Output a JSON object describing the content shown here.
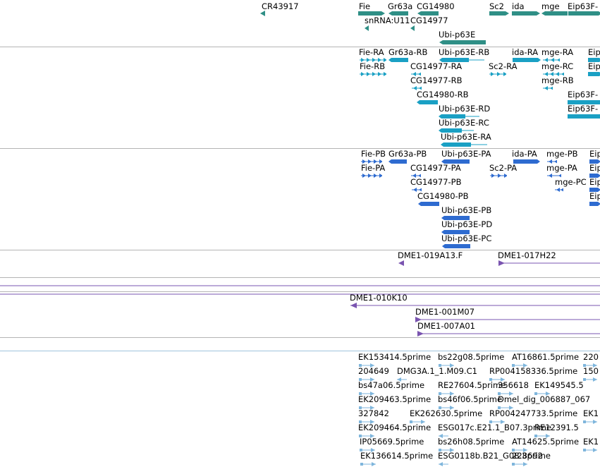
{
  "colors": {
    "gene": "#2f8f86",
    "mrna": "#1aa0c4",
    "protein": "#2e6bd0",
    "clone": "#7a54b0",
    "est": "#7fb6dc",
    "separator": "#b4b4b4",
    "est_separator": "#9fc4dc"
  },
  "tracks": [
    {
      "id": "gene",
      "color_key": "gene",
      "features": [
        {
          "label": "CR43917",
          "glyph": "arrow-left-small"
        },
        {
          "label": "Fie",
          "glyph": "arrow-bar-right"
        },
        {
          "label": "Gr63a",
          "glyph": "arrow-bar-left"
        },
        {
          "label": "CG14980",
          "glyph": "arrow-bar-left"
        },
        {
          "label": "Sc2",
          "glyph": "arrow-bar-right"
        },
        {
          "label": "ida",
          "glyph": "arrow-bar-right"
        },
        {
          "label": "mge",
          "glyph": "arrow-bar-left"
        },
        {
          "label": "Eip63F-",
          "glyph": "arrow-bar-right"
        },
        {
          "label": "snRNA:U11",
          "glyph": "arrow-left-small"
        },
        {
          "label": "CG14977",
          "glyph": "arrow-left-small"
        },
        {
          "label": "Ubi-p63E",
          "glyph": "arrow-bar-left"
        }
      ]
    },
    {
      "id": "mrna",
      "color_key": "mrna",
      "features": [
        {
          "label": "Fie-RA",
          "glyph": "chevrons-right"
        },
        {
          "label": "Gr63a-RB",
          "glyph": "bar-left"
        },
        {
          "label": "Ubi-p63E-RB",
          "glyph": "bar-left-line"
        },
        {
          "label": "ida-RA",
          "glyph": "bar-right"
        },
        {
          "label": "mge-RA",
          "glyph": "chevrons-left"
        },
        {
          "label": "Eip",
          "glyph": "bar-right"
        },
        {
          "label": "Fie-RB",
          "glyph": "chevrons-right"
        },
        {
          "label": "CG14977-RA",
          "glyph": "chevrons-left"
        },
        {
          "label": "Sc2-RA",
          "glyph": "chevrons-right"
        },
        {
          "label": "mge-RC",
          "glyph": "chevrons-left"
        },
        {
          "label": "Eip",
          "glyph": "bar-right"
        },
        {
          "label": "CG14977-RB",
          "glyph": "chevrons-left"
        },
        {
          "label": "mge-RB",
          "glyph": "chevrons-left"
        },
        {
          "label": "CG14980-RB",
          "glyph": "bar-left"
        },
        {
          "label": "Eip63F-",
          "glyph": "bar-right"
        },
        {
          "label": "Ubi-p63E-RD",
          "glyph": "bar-left-line"
        },
        {
          "label": "Eip63F-",
          "glyph": "bar-right"
        },
        {
          "label": "Ubi-p63E-RC",
          "glyph": "bar-left-line"
        },
        {
          "label": "Ubi-p63E-RA",
          "glyph": "bar-left-line"
        }
      ]
    },
    {
      "id": "protein",
      "color_key": "protein",
      "features": [
        {
          "label": "Fie-PB",
          "glyph": "chevrons-right"
        },
        {
          "label": "Gr63a-PB",
          "glyph": "bar-left"
        },
        {
          "label": "Ubi-p63E-PA",
          "glyph": "bar-left"
        },
        {
          "label": "ida-PA",
          "glyph": "bar-right"
        },
        {
          "label": "mge-PB",
          "glyph": "chevrons-left"
        },
        {
          "label": "Eip",
          "glyph": "bar-right"
        },
        {
          "label": "Fie-PA",
          "glyph": "chevrons-right"
        },
        {
          "label": "CG14977-PA",
          "glyph": "chevrons-left"
        },
        {
          "label": "Sc2-PA",
          "glyph": "chevrons-right"
        },
        {
          "label": "mge-PA",
          "glyph": "chevrons-left"
        },
        {
          "label": "Eip",
          "glyph": "bar-right"
        },
        {
          "label": "CG14977-PB",
          "glyph": "chevrons-left"
        },
        {
          "label": "mge-PC",
          "glyph": "chevrons-left"
        },
        {
          "label": "Eip",
          "glyph": "bar-right"
        },
        {
          "label": "CG14980-PB",
          "glyph": "bar-left"
        },
        {
          "label": "Eip",
          "glyph": "bar-right"
        },
        {
          "label": "Ubi-p63E-PB",
          "glyph": "bar-left"
        },
        {
          "label": "Ubi-p63E-PD",
          "glyph": "bar-left"
        },
        {
          "label": "Ubi-p63E-PC",
          "glyph": "bar-left"
        }
      ]
    },
    {
      "id": "clones-a",
      "color_key": "clone",
      "features": [
        {
          "label": "DME1-019A13.F",
          "glyph": "triangle-left"
        },
        {
          "label": "DME1-017H22",
          "glyph": "triangle-line-right"
        }
      ]
    },
    {
      "id": "clones-b",
      "color_key": "clone",
      "features": [
        {
          "label": "",
          "glyph": "line"
        }
      ]
    },
    {
      "id": "clones-c",
      "color_key": "clone",
      "features": [
        {
          "label": "",
          "glyph": "line"
        },
        {
          "label": "DME1-010K10",
          "glyph": "triangle-line-left"
        },
        {
          "label": "DME1-001M07",
          "glyph": "triangle-line-right"
        },
        {
          "label": "DME1-007A01",
          "glyph": "triangle-line-right"
        }
      ]
    },
    {
      "id": "est",
      "color_key": "est",
      "features": [
        {
          "label": "EK153414.5prime",
          "glyph": "est-right"
        },
        {
          "label": "bs22g08.5prime",
          "glyph": "est-right"
        },
        {
          "label": "AT16861.5prime",
          "glyph": "est-right"
        },
        {
          "label": "220",
          "glyph": "est-right"
        },
        {
          "label": "204649",
          "glyph": "est-right"
        },
        {
          "label": "DMG3A.1_1.M09.C1",
          "glyph": "est-left"
        },
        {
          "label": "RP004158336.5prime",
          "glyph": "est-right"
        },
        {
          "label": "150",
          "glyph": "est-right"
        },
        {
          "label": "bs47a06.5prime",
          "glyph": "est-right"
        },
        {
          "label": "RE27604.5prime",
          "glyph": "est-right"
        },
        {
          "label": "356618",
          "glyph": "est-right"
        },
        {
          "label": "EK149545.5",
          "glyph": "est-right"
        },
        {
          "label": "EK209463.5prime",
          "glyph": "est-right"
        },
        {
          "label": "bs46f06.5prime",
          "glyph": "est-right"
        },
        {
          "label": "Dmel_dig_006887_067",
          "glyph": "est-right"
        },
        {
          "label": "327842",
          "glyph": "est-right"
        },
        {
          "label": "EK262630.5prime",
          "glyph": "est-right"
        },
        {
          "label": "RP004247733.5prime",
          "glyph": "est-right"
        },
        {
          "label": "EK1",
          "glyph": "est-right"
        },
        {
          "label": "EK209464.5prime",
          "glyph": "est-right"
        },
        {
          "label": "ESG017c.E21.1_B07.3prime",
          "glyph": "est-left"
        },
        {
          "label": "RE12391.5",
          "glyph": "est-right"
        },
        {
          "label": "IP05669.5prime",
          "glyph": "est-right"
        },
        {
          "label": "bs26h08.5prime",
          "glyph": "est-right"
        },
        {
          "label": "AT14625.5prime",
          "glyph": "est-right"
        },
        {
          "label": "EK1",
          "glyph": "est-right"
        },
        {
          "label": "EK136614.5prime",
          "glyph": "est-right"
        },
        {
          "label": "ESG0118b.B21_G08.3prime",
          "glyph": "est-left"
        },
        {
          "label": "228692",
          "glyph": "est-right"
        }
      ]
    }
  ]
}
